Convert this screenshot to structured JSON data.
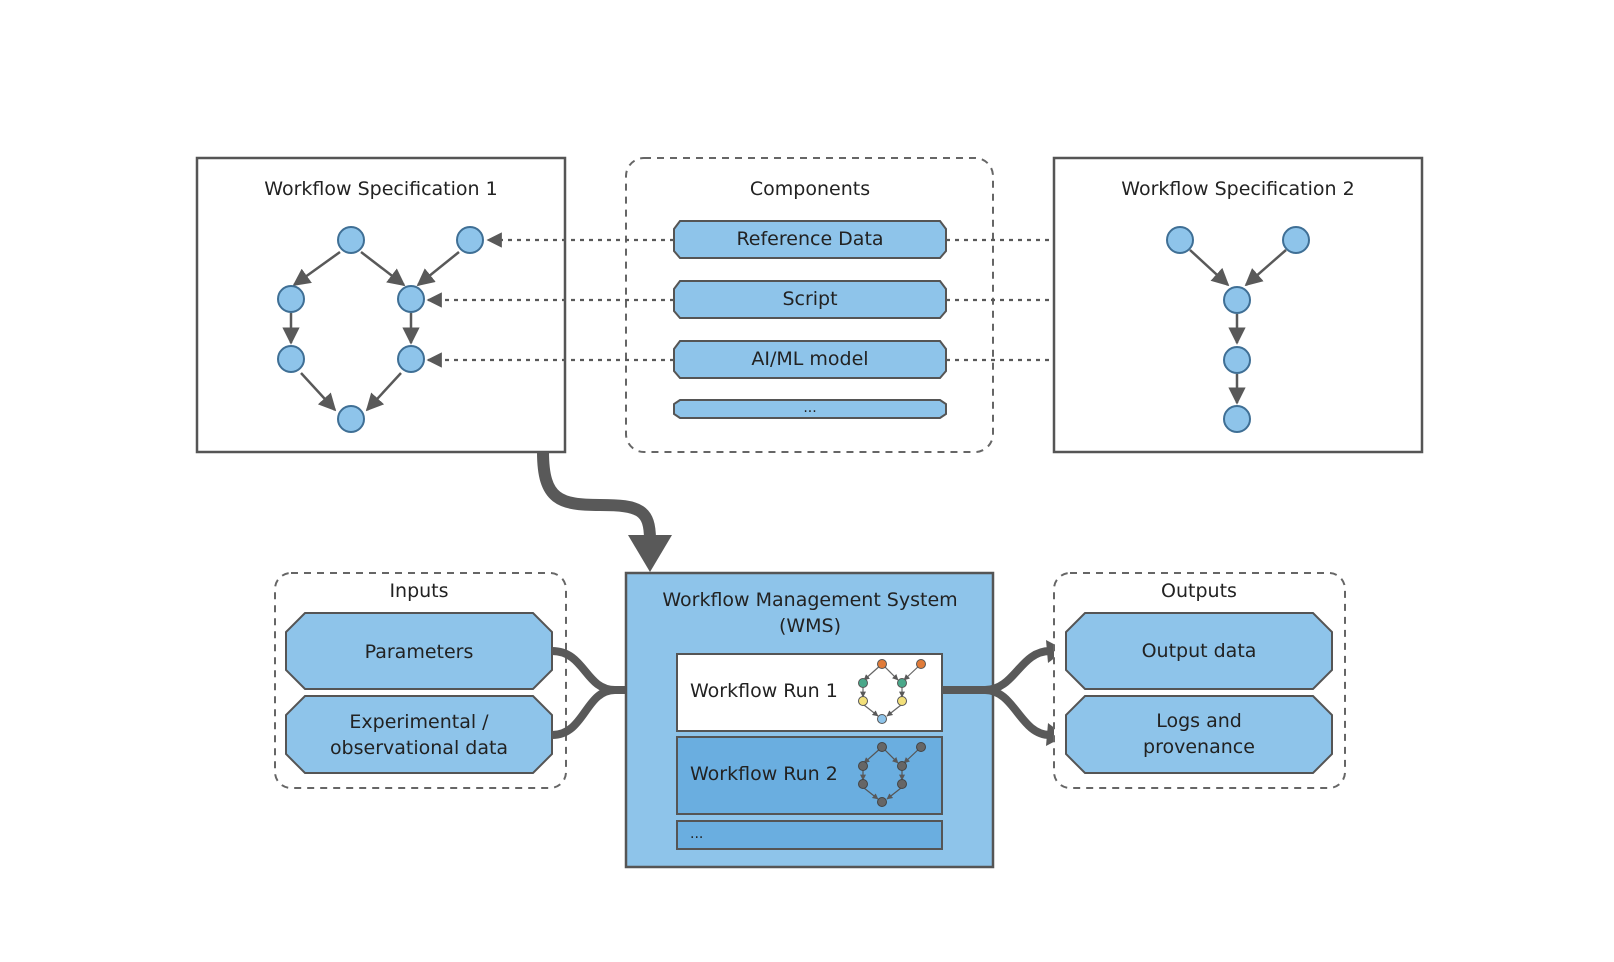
{
  "colors": {
    "node_fill": "#8ec4ea",
    "node_stroke": "#3f6f95",
    "box_stroke": "#555555",
    "arrow": "#595959",
    "wms_fill": "#8ec4ea",
    "run2_fill": "#6aaee0",
    "run_dot_orange": "#e07b39",
    "run_dot_green": "#4aa88a",
    "run_dot_yellow": "#f3e07a",
    "run_dot_blue": "#8ec4ea",
    "run_dot_gray": "#666666"
  },
  "spec1": {
    "title": "Workflow Specification 1"
  },
  "spec2": {
    "title": "Workflow Specification 2"
  },
  "components": {
    "title": "Components",
    "items": [
      "Reference Data",
      "Script",
      "AI/ML model",
      "..."
    ]
  },
  "inputs": {
    "title": "Inputs",
    "items": [
      {
        "line1": "Parameters",
        "line2": ""
      },
      {
        "line1": "Experimental /",
        "line2": "observational data"
      }
    ]
  },
  "wms": {
    "title_line1": "Workflow Management System",
    "title_line2": "(WMS)",
    "runs": [
      "Workflow Run 1",
      "Workflow Run 2",
      "..."
    ]
  },
  "outputs": {
    "title": "Outputs",
    "items": [
      {
        "line1": "Output data",
        "line2": ""
      },
      {
        "line1": "Logs and",
        "line2": "provenance"
      }
    ]
  }
}
